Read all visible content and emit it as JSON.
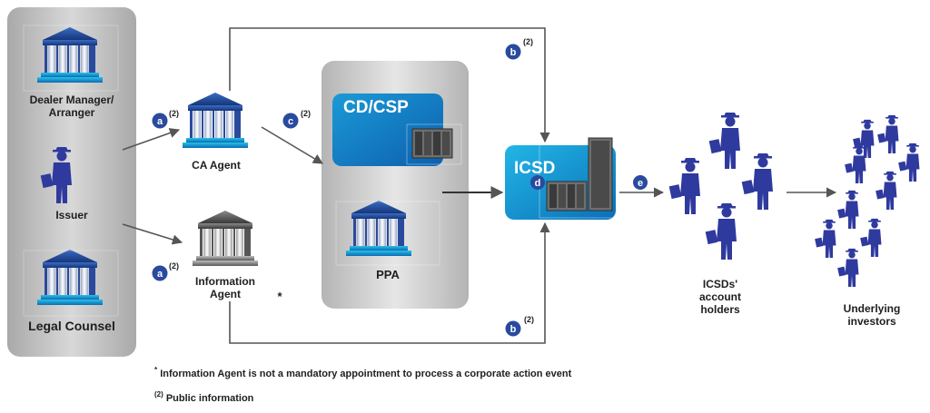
{
  "participants": {
    "dealer_manager": "Dealer Manager/\nArranger",
    "issuer": "Issuer",
    "legal_counsel": "Legal Counsel",
    "ca_agent": "CA Agent",
    "information_agent": "Information\nAgent",
    "information_agent_mark": "*",
    "cd_csp": "CD/CSP",
    "ppa": "PPA",
    "icsd": "ICSD",
    "account_holders": "ICSDs'\naccount\nholders",
    "underlying_investors": "Underlying\ninvestors"
  },
  "steps": {
    "a": "a",
    "b": "b",
    "c": "c",
    "d": "d",
    "e": "e",
    "ref": "(2)"
  },
  "footnotes": {
    "star_mark": "*",
    "star_text": "Information Agent is not a mandatory appointment to process a corporate action event",
    "ref_mark": "(2)",
    "ref_text": "Public information"
  },
  "colors": {
    "badge": "#2a4a9e",
    "cd_box": "#0a8fd0",
    "icsd_box": "#12a8dc",
    "person": "#2f3a9e",
    "arrow": "#555555",
    "building_blue": "#1e4fa0",
    "building_grey": "#6a6a6a"
  }
}
